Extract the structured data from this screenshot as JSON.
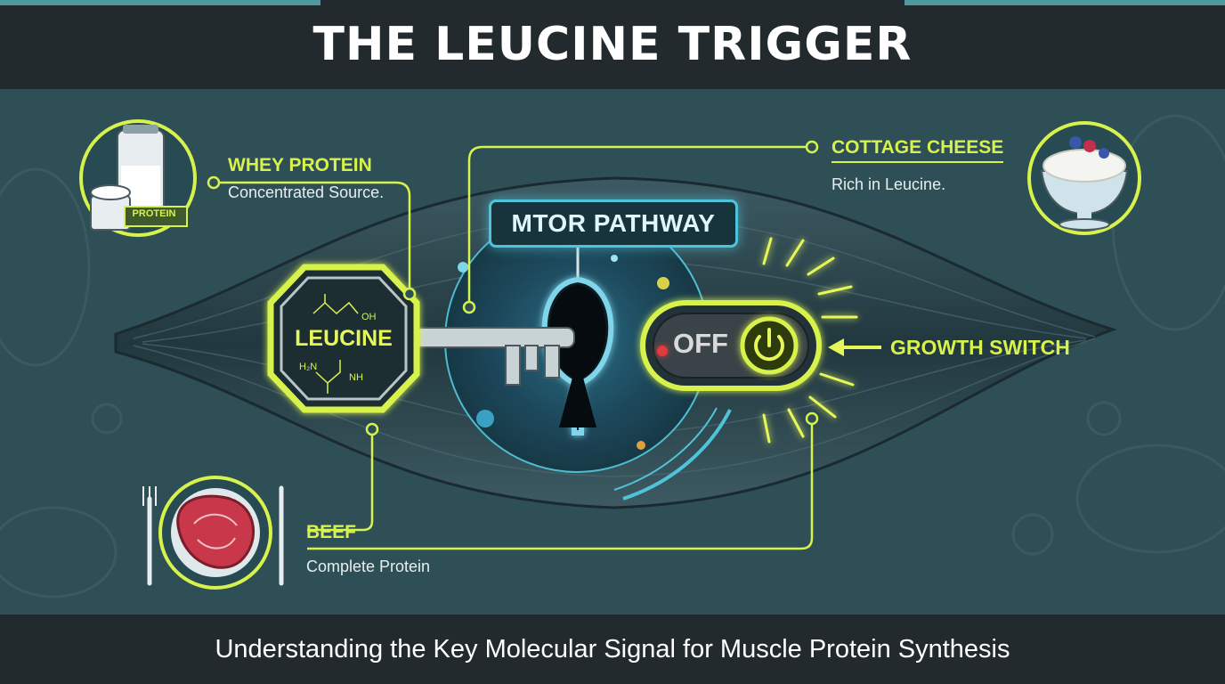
{
  "title": "THE LEUCINE TRIGGER",
  "subtitle": "Understanding the Key Molecular Signal for Muscle Protein Synthesis",
  "nodes": {
    "whey": {
      "title": "WHEY PROTEIN",
      "desc": "Concentrated Source.",
      "badge": "PROTEIN"
    },
    "cottage": {
      "title": "COTTAGE CHEESE",
      "desc": "Rich in Leucine."
    },
    "beef": {
      "title": "BEEF",
      "desc": "Complete Protein"
    },
    "mtor": {
      "title": "MTOR PATHWAY"
    },
    "leucine": {
      "title": "LEUCINE",
      "chem_oh": "OH",
      "chem_h2n": "H₂N",
      "chem_nh": "NH"
    },
    "switch": {
      "state": "OFF",
      "label": "GROWTH SWITCH"
    }
  },
  "colors": {
    "accent": "#d7f24c",
    "teal": "#4fc3d9",
    "background": "#2f4f56",
    "bar": "#232a2d",
    "switch_off": "#e23b3b"
  },
  "icons": {
    "whey": "shaker-bottle-icon",
    "cottage": "cottage-cheese-bowl-icon",
    "beef": "steak-plate-icon",
    "key": "key-icon",
    "lock": "keyhole-icon",
    "switch": "power-icon"
  }
}
